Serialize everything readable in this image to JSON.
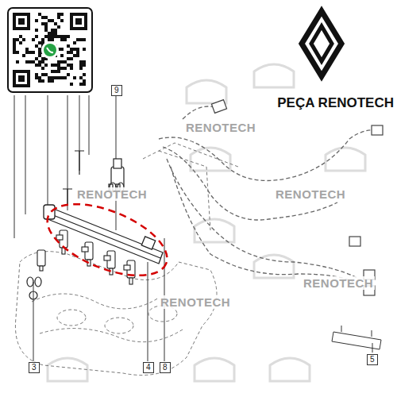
{
  "diagram": {
    "labels": [
      "PEÇA RENOTECH",
      "9",
      "3",
      "4",
      "8",
      "5",
      "RENOTECH",
      "RENOTECH",
      "RENOTECH",
      "RENOTECH",
      "RENOTECH"
    ]
  }
}
